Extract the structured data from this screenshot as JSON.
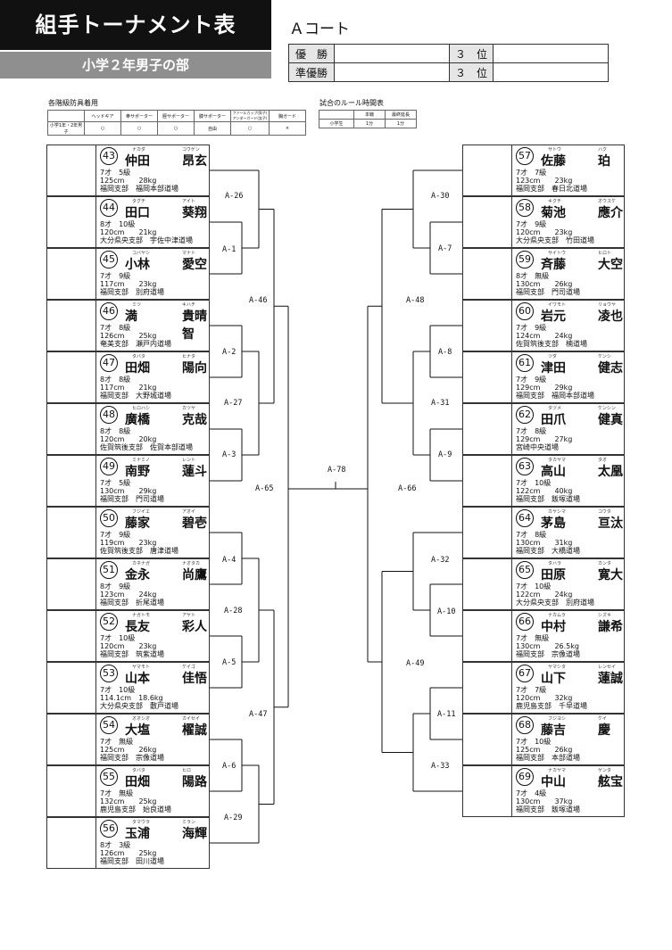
{
  "header": {
    "title": "組手トーナメント表",
    "subtitle": "小学２年男子の部",
    "court": "Ａコート"
  },
  "results": {
    "first": "優　勝",
    "second": "準優勝",
    "third_a": "３　位",
    "third_b": "３　位"
  },
  "gear": {
    "title": "各階級防具着用",
    "headers": [
      "",
      "ヘッドギア",
      "拳サポーター",
      "脛サポーター",
      "膝サポーター",
      "ファールカップ(男子)アンダーガード(女子)",
      "胸ガード"
    ],
    "row": [
      "小学1年・2年男子",
      "○",
      "○",
      "○",
      "自由",
      "○",
      "×"
    ]
  },
  "rules": {
    "title": "試合のルール時間表",
    "headers": [
      "",
      "本戦",
      "最終延長"
    ],
    "row": [
      "小学生",
      "1分",
      "1分"
    ]
  },
  "left_players": [
    {
      "num": "43",
      "kana1": "ナカダ",
      "kana2": "コウゲン",
      "name1": "仲田",
      "name2": "昂玄",
      "l1": "7才　5級",
      "l2": "125cm　　28kg",
      "l3": "福岡支部　福岡本部道場"
    },
    {
      "num": "44",
      "kana1": "タグチ",
      "kana2": "アイト",
      "name1": "田口",
      "name2": "葵翔",
      "l1": "8才　10級",
      "l2": "120cm　　21kg",
      "l3": "大分県央支部　宇佐中津道場"
    },
    {
      "num": "45",
      "kana1": "コバヤシ",
      "kana2": "マナト",
      "name1": "小林",
      "name2": "愛空",
      "l1": "7才　9級",
      "l2": "117cm　　23kg",
      "l3": "福岡支部　別府道場"
    },
    {
      "num": "46",
      "kana1": "ミツ",
      "kana2": "キハチ",
      "name1": "満",
      "name2": "貴晴智",
      "l1": "7才　8級",
      "l2": "126cm　　25kg",
      "l3": "奄美支部　瀬戸内道場"
    },
    {
      "num": "47",
      "kana1": "タバタ",
      "kana2": "ヒナタ",
      "name1": "田畑",
      "name2": "陽向",
      "l1": "8才　8級",
      "l2": "117cm　　21kg",
      "l3": "福岡支部　大野城道場"
    },
    {
      "num": "48",
      "kana1": "ヒロハシ",
      "kana2": "カツヤ",
      "name1": "廣橋",
      "name2": "克哉",
      "l1": "8才　8級",
      "l2": "120cm　　20kg",
      "l3": "佐賀筑後支部　佐賀本部道場"
    },
    {
      "num": "49",
      "kana1": "ミナミノ",
      "kana2": "レント",
      "name1": "南野",
      "name2": "蓮斗",
      "l1": "7才　5級",
      "l2": "130cm　　29kg",
      "l3": "福岡支部　門司道場"
    },
    {
      "num": "50",
      "kana1": "フジイエ",
      "kana2": "アオイ",
      "name1": "藤家",
      "name2": "碧壱",
      "l1": "7才　9級",
      "l2": "119cm　　23kg",
      "l3": "佐賀筑後支部　唐津道場"
    },
    {
      "num": "51",
      "kana1": "カネナガ",
      "kana2": "ナオタカ",
      "name1": "金永",
      "name2": "尚鷹",
      "l1": "8才　9級",
      "l2": "123cm　　24kg",
      "l3": "福岡支部　折尾道場"
    },
    {
      "num": "52",
      "kana1": "ナガトモ",
      "kana2": "アヤト",
      "name1": "長友",
      "name2": "彩人",
      "l1": "7才　10級",
      "l2": "120cm　　23kg",
      "l3": "福岡支部　筑紫道場"
    },
    {
      "num": "53",
      "kana1": "ヤマモト",
      "kana2": "ケイゴ",
      "name1": "山本",
      "name2": "佳悟",
      "l1": "7才　10級",
      "l2": "114.1cm　18.6kg",
      "l3": "大分県央支部　敷戸道場"
    },
    {
      "num": "54",
      "kana1": "オオシオ",
      "kana2": "カイセイ",
      "name1": "大塩",
      "name2": "櫂誠",
      "l1": "7才　無級",
      "l2": "125cm　　26kg",
      "l3": "福岡支部　宗像道場"
    },
    {
      "num": "55",
      "kana1": "タバタ",
      "kana2": "ヒロ",
      "name1": "田畑",
      "name2": "陽路",
      "l1": "7才　無級",
      "l2": "132cm　　25kg",
      "l3": "鹿児島支部　始良道場"
    },
    {
      "num": "56",
      "kana1": "タマウラ",
      "kana2": "ミラン",
      "name1": "玉浦",
      "name2": "海輝",
      "l1": "8才　3級",
      "l2": "126cm　　25kg",
      "l3": "福岡支部　田川道場"
    }
  ],
  "right_players": [
    {
      "num": "57",
      "kana1": "サトウ",
      "kana2": "ハク",
      "name1": "佐藤",
      "name2": "珀",
      "l1": "7才　7級",
      "l2": "123cm　　23kg",
      "l3": "福岡支部　春日北道場"
    },
    {
      "num": "58",
      "kana1": "キクチ",
      "kana2": "オウスケ",
      "name1": "菊池",
      "name2": "應介",
      "l1": "7才　9級",
      "l2": "120cm　　23kg",
      "l3": "大分県央支部　竹田道場"
    },
    {
      "num": "59",
      "kana1": "サイトウ",
      "kana2": "ヒロト",
      "name1": "斉藤",
      "name2": "大空",
      "l1": "8才　無級",
      "l2": "130cm　　26kg",
      "l3": "福岡支部　門司道場"
    },
    {
      "num": "60",
      "kana1": "イワモト",
      "kana2": "リョウヤ",
      "name1": "岩元",
      "name2": "凌也",
      "l1": "7才　9級",
      "l2": "124cm　　24kg",
      "l3": "佐賀筑後支部　楠道場"
    },
    {
      "num": "61",
      "kana1": "ツダ",
      "kana2": "ケンシ",
      "name1": "津田",
      "name2": "健志",
      "l1": "7才　9級",
      "l2": "129cm　　29kg",
      "l3": "福岡支部　福岡本部道場"
    },
    {
      "num": "62",
      "kana1": "タヅメ",
      "kana2": "ケンシン",
      "name1": "田爪",
      "name2": "健真",
      "l1": "7才　8級",
      "l2": "129cm　　27kg",
      "l3": "宮崎中央道場"
    },
    {
      "num": "63",
      "kana1": "タカヤマ",
      "kana2": "タオ",
      "name1": "高山",
      "name2": "太凰",
      "l1": "7才　10級",
      "l2": "122cm　　40kg",
      "l3": "福岡支部　飯塚道場"
    },
    {
      "num": "64",
      "kana1": "カヤシマ",
      "kana2": "コウタ",
      "name1": "茅島",
      "name2": "亘汰",
      "l1": "7才　8級",
      "l2": "130cm　　31kg",
      "l3": "福岡支部　大橋道場"
    },
    {
      "num": "65",
      "kana1": "タハラ",
      "kana2": "カンタ",
      "name1": "田原",
      "name2": "寛大",
      "l1": "7才　10級",
      "l2": "122cm　　24kg",
      "l3": "大分県央支部　別府道場"
    },
    {
      "num": "66",
      "kana1": "ナカムラ",
      "kana2": "シズキ",
      "name1": "中村",
      "name2": "謙希",
      "l1": "7才　無級",
      "l2": "130cm　　26.5kg",
      "l3": "福岡支部　宗像道場"
    },
    {
      "num": "67",
      "kana1": "ヤマシタ",
      "kana2": "レンセイ",
      "name1": "山下",
      "name2": "蓮誠",
      "l1": "7才　7級",
      "l2": "120cm　　32kg",
      "l3": "鹿児島支部　千早道場"
    },
    {
      "num": "68",
      "kana1": "フジヨシ",
      "kana2": "ケイ",
      "name1": "藤吉",
      "name2": "慶",
      "l1": "7才　10級",
      "l2": "125cm　　26kg",
      "l3": "福岡支部　本部道場"
    },
    {
      "num": "69",
      "kana1": "ナカヤマ",
      "kana2": "ゲンタ",
      "name1": "中山",
      "name2": "舷宝",
      "l1": "7才　4級",
      "l2": "130cm　　37kg",
      "l3": "福岡支部　飯塚道場"
    }
  ],
  "left_matches": [
    "A-26",
    "A-1",
    "A-46",
    "A-2",
    "A-27",
    "A-3",
    "A-65",
    "A-4",
    "A-28",
    "A-5",
    "A-47",
    "A-6",
    "A-29"
  ],
  "right_matches": [
    "A-30",
    "A-7",
    "A-48",
    "A-8",
    "A-31",
    "A-9",
    "A-66",
    "A-32",
    "A-10",
    "A-49",
    "A-11",
    "A-33"
  ],
  "final_match": "A-78"
}
